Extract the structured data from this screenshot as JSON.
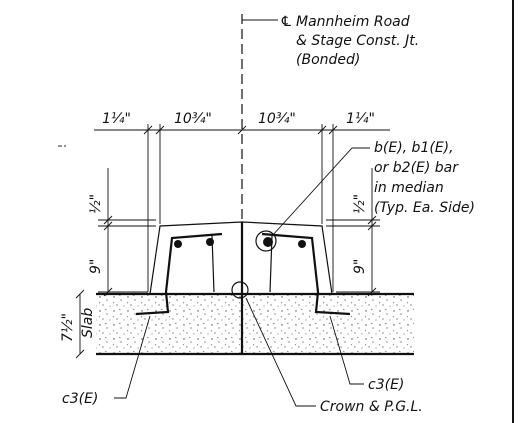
{
  "centerline": {
    "symbol": "℄",
    "line1": "Mannheim Road",
    "line2": "& Stage Const. Jt.",
    "line3": "(Bonded)"
  },
  "dimensions": {
    "top_left_edge": "1¼\"",
    "top_left_mid": "10¾\"",
    "top_right_mid": "10¾\"",
    "top_right_edge": "1¼\"",
    "left_half": "½\"",
    "left_height": "9\"",
    "right_half": "½\"",
    "right_height": "9\"",
    "slab_thickness": "7½\"",
    "slab_word": "Slab"
  },
  "notes": {
    "bar_line1": "b(E), b1(E),",
    "bar_line2": "or b2(E) bar",
    "bar_line3": "in median",
    "bar_line4": "(Typ. Ea. Side)",
    "c3_left": "c3(E)",
    "c3_right": "c3(E)",
    "crown": "Crown & P.G.L."
  }
}
